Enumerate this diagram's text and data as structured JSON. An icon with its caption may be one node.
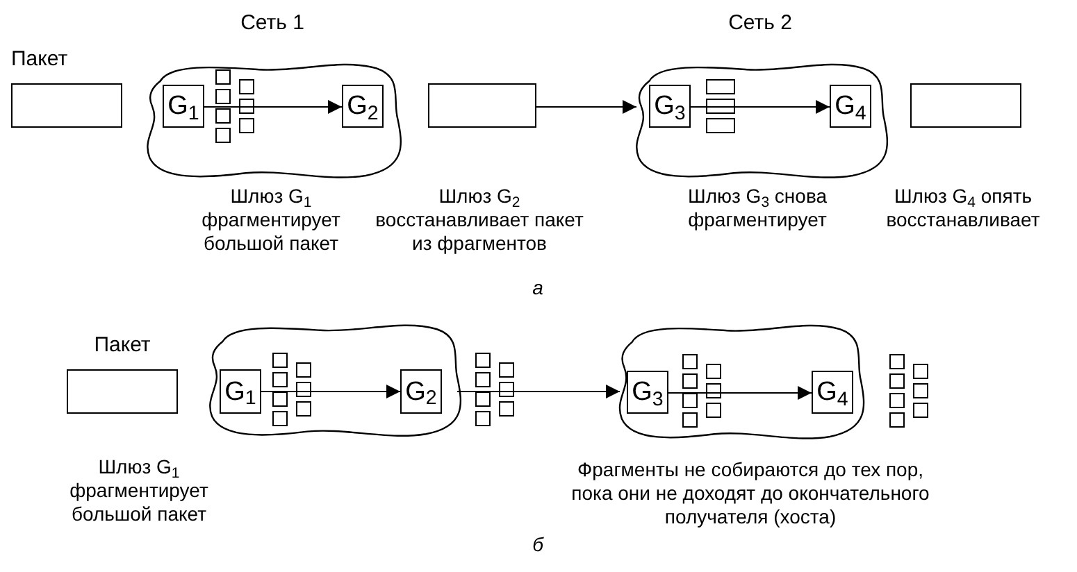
{
  "diagram": {
    "nodes": [
      {
        "text": [
          "Пакет"
        ]
      },
      {
        "text": [
          "Сеть 1"
        ]
      },
      {
        "text": [
          "G$_{1}$"
        ],
        "in": 1
      },
      {
        "text": [
          "G$_{2}$"
        ],
        "in": 1
      },
      {
        "text": [],
        "shape": "box"
      },
      {
        "text": [
          "Сеть 2"
        ]
      },
      {
        "text": [
          "G$_{3}$"
        ],
        "in": 5
      },
      {
        "text": [
          "G$_{4}$"
        ],
        "in": 5
      },
      {
        "text": [],
        "shape": "box"
      },
      {
        "text": [
          "Пакет"
        ]
      },
      {
        "text": [],
        "shape": "cloud"
      },
      {
        "text": [
          "G$_{1}$"
        ],
        "in": 10
      },
      {
        "text": [
          "G$_{2}$"
        ],
        "in": 10
      },
      {
        "text": [],
        "shape": "cloud"
      },
      {
        "text": [
          "G$_{3}$"
        ],
        "in": 13
      },
      {
        "text": [
          "G$_{4}$"
        ],
        "in": 13
      }
    ],
    "edges": [
      {
        "from": 2,
        "to": 3,
        "arrow": "to"
      },
      {
        "from": 4,
        "to": 5,
        "arrow": "to"
      },
      {
        "from": 6,
        "to": 7,
        "arrow": "to"
      },
      {
        "from": 11,
        "to": 12,
        "arrow": "to"
      },
      {
        "from": 10,
        "to": 13,
        "arrow": "to"
      },
      {
        "from": 14,
        "to": 15,
        "arrow": "to"
      }
    ],
    "labels": [
      "Шлюз G$_{1}$ фрагментирует большой пакет",
      "Шлюз G$_{2}$ восстанавливает пакет из фрагментов",
      "Шлюз G$_{3}$ снова фрагментирует",
      "Шлюз G$_{4}$ опять восстанавливает",
      "а",
      "Шлюз G$_{1}$ фрагментирует большой пакет",
      "Фрагменты не собираются до тех пор, пока они не доходят до окончательного получателя (хоста)",
      "б"
    ]
  }
}
